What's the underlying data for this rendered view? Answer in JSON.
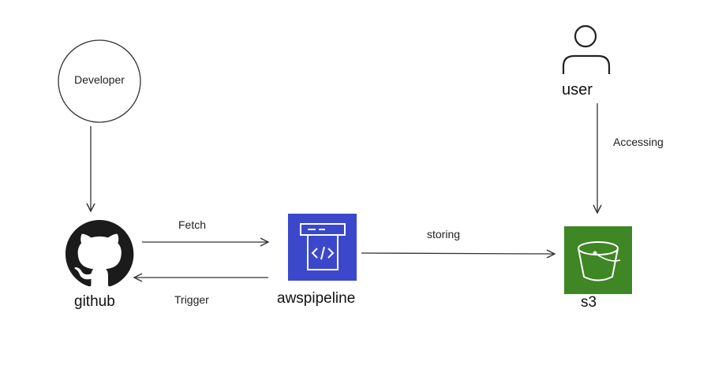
{
  "nodes": {
    "developer": {
      "label": "Developer"
    },
    "github": {
      "label": "github",
      "icon": "github-icon"
    },
    "pipeline": {
      "label": "awspipeline",
      "icon": "aws-codepipeline-icon",
      "color": "#3B48CC"
    },
    "s3": {
      "label": "s3",
      "icon": "s3-bucket-icon",
      "color": "#3F8624"
    },
    "user": {
      "label": "user",
      "icon": "user-icon"
    }
  },
  "edges": {
    "fetch": {
      "label": "Fetch"
    },
    "trigger": {
      "label": "Trigger"
    },
    "storing": {
      "label": "storing"
    },
    "accessing": {
      "label": "Accessing"
    },
    "developer_to_github": {
      "label": ""
    }
  }
}
